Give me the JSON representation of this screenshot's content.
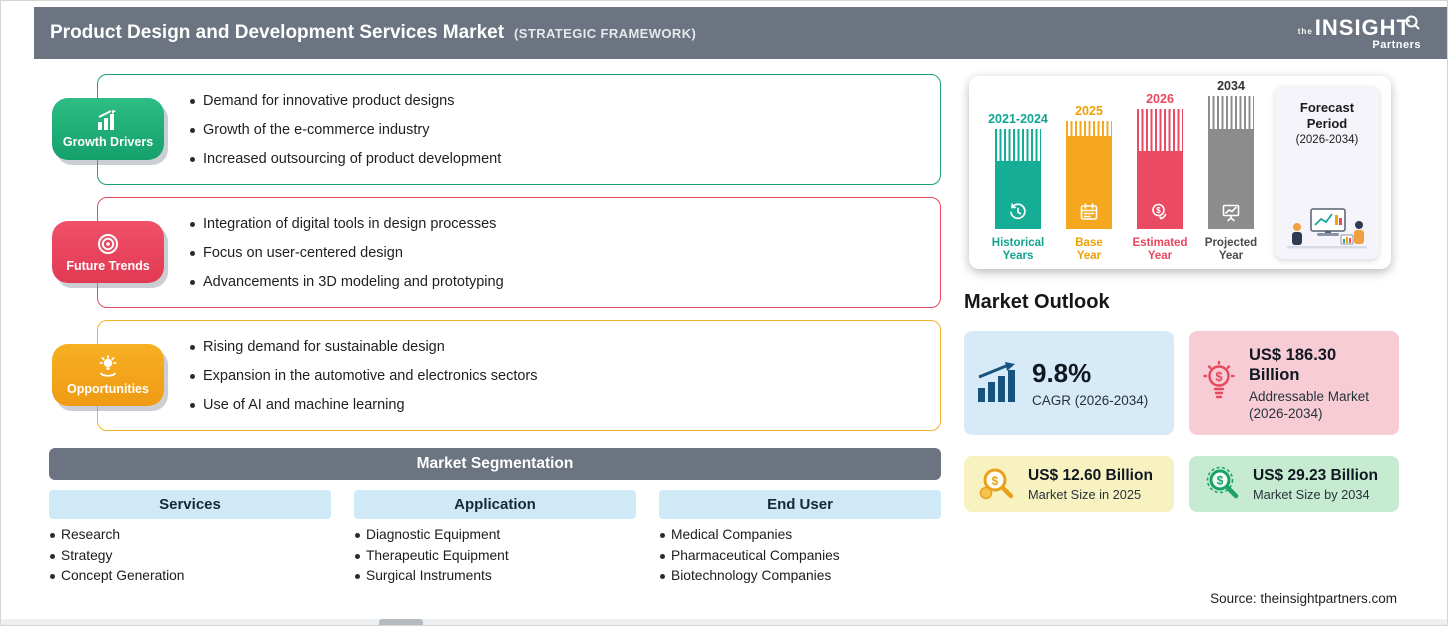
{
  "colors": {
    "header_bg": "#6b7480",
    "growth_green": "#1f9e77",
    "trends_red": "#e8485e",
    "opportunities_orange": "#f0b429",
    "historical_teal": "#16ad97",
    "base_yellow": "#f5a81f",
    "estimated_red": "#ea4a62",
    "projected_gray": "#8c8c8c",
    "segmentation_bar_bg": "#6b7480",
    "column_header_bg": "#cfeaf6",
    "cagr_card_bg": "#d6eaf8",
    "addressable_card_bg": "#f8ccd4",
    "size2025_card_bg": "#f8f2c0",
    "size2034_card_bg": "#c6ebd1"
  },
  "header": {
    "title": "Product Design and Development Services Market",
    "subtitle": "(STRATEGIC FRAMEWORK)",
    "logo": {
      "the": "the",
      "insight": "INSIGHT",
      "partners": "Partners"
    }
  },
  "panels": [
    {
      "label": "Growth Drivers",
      "items": [
        "Demand for innovative product designs",
        "Growth of the e-commerce industry",
        "Increased outsourcing of product development"
      ]
    },
    {
      "label": "Future Trends",
      "items": [
        "Integration of digital tools in design processes",
        "Focus on user-centered design",
        "Advancements in 3D modeling and prototyping"
      ]
    },
    {
      "label": "Opportunities",
      "items": [
        "Rising demand for sustainable design",
        "Expansion in the automotive and electronics sectors",
        "Use of AI and machine learning"
      ]
    }
  ],
  "segmentation": {
    "title": "Market Segmentation",
    "columns": [
      {
        "header": "Services",
        "items": [
          "Research",
          "Strategy",
          "Concept Generation"
        ]
      },
      {
        "header": "Application",
        "items": [
          "Diagnostic Equipment",
          "Therapeutic Equipment",
          "Surgical Instruments"
        ]
      },
      {
        "header": "End User",
        "items": [
          "Medical Companies",
          "Pharmaceutical Companies",
          "Biotechnology Companies"
        ]
      }
    ]
  },
  "timeline": {
    "bars": [
      {
        "year": "2021-2024",
        "label1": "Historical",
        "label2": "Years"
      },
      {
        "year": "2025",
        "label1": "Base",
        "label2": "Year"
      },
      {
        "year": "2026",
        "label1": "Estimated",
        "label2": "Year"
      },
      {
        "year": "2034",
        "label1": "Projected",
        "label2": "Year"
      }
    ],
    "forecast": {
      "line1": "Forecast",
      "line2": "Period",
      "line3": "(2026-2034)"
    }
  },
  "outlook": {
    "title": "Market Outlook",
    "cards": [
      {
        "value": "9.8%",
        "label": "CAGR (2026-2034)"
      },
      {
        "value": "US$ 186.30 Billion",
        "label1": "Addressable Market",
        "label2": "(2026-2034)"
      },
      {
        "value": "US$ 12.60 Billion",
        "label": "Market Size in 2025"
      },
      {
        "value": "US$ 29.23 Billion",
        "label": "Market Size by 2034"
      }
    ]
  },
  "source": "Source: theinsightpartners.com"
}
